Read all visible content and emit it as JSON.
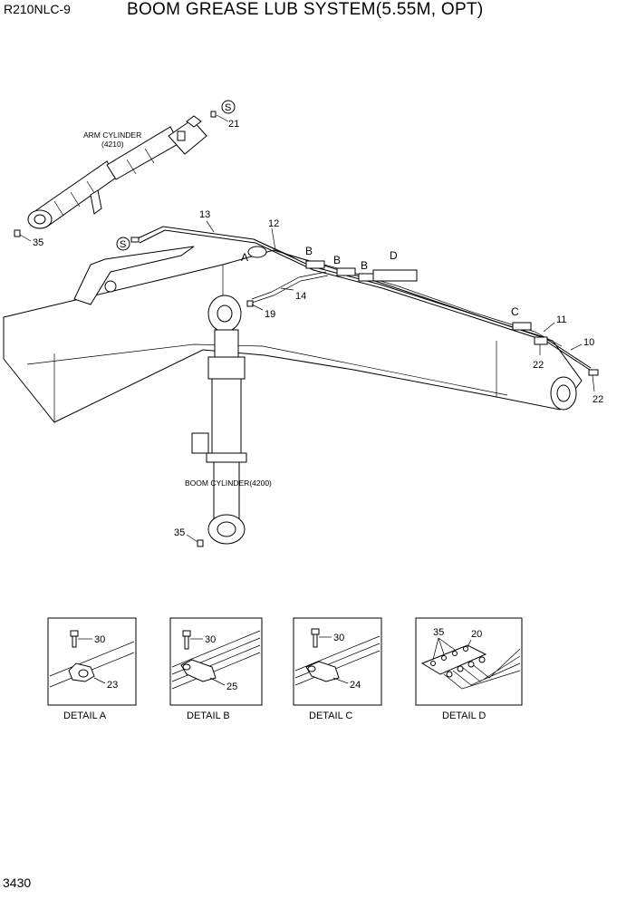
{
  "header": {
    "model": "R210NLC-9",
    "title": "BOOM GREASE LUB SYSTEM(5.55M, OPT)"
  },
  "labels": {
    "arm_cylinder_line1": "ARM CYLINDER",
    "arm_cylinder_line2": "(4210)",
    "boom_cylinder": "BOOM CYLINDER(4200)"
  },
  "callouts": {
    "p10": "10",
    "p11": "11",
    "p12": "12",
    "p13": "13",
    "p14": "14",
    "p19": "19",
    "p21": "21",
    "p22a": "22",
    "p22b": "22",
    "p35a": "35",
    "p35b": "35"
  },
  "letters": {
    "A": "A",
    "B1": "B",
    "B2": "B",
    "B3": "B",
    "C": "C",
    "D": "D",
    "S1": "S",
    "S2": "S"
  },
  "details": [
    {
      "caption": "DETAIL  A",
      "parts": [
        "30",
        "23"
      ]
    },
    {
      "caption": "DETAIL  B",
      "parts": [
        "30",
        "25"
      ]
    },
    {
      "caption": "DETAIL  C",
      "parts": [
        "30",
        "24"
      ]
    },
    {
      "caption": "DETAIL  D",
      "parts": [
        "35",
        "20"
      ]
    }
  ],
  "footer": {
    "page_number": "3430"
  }
}
